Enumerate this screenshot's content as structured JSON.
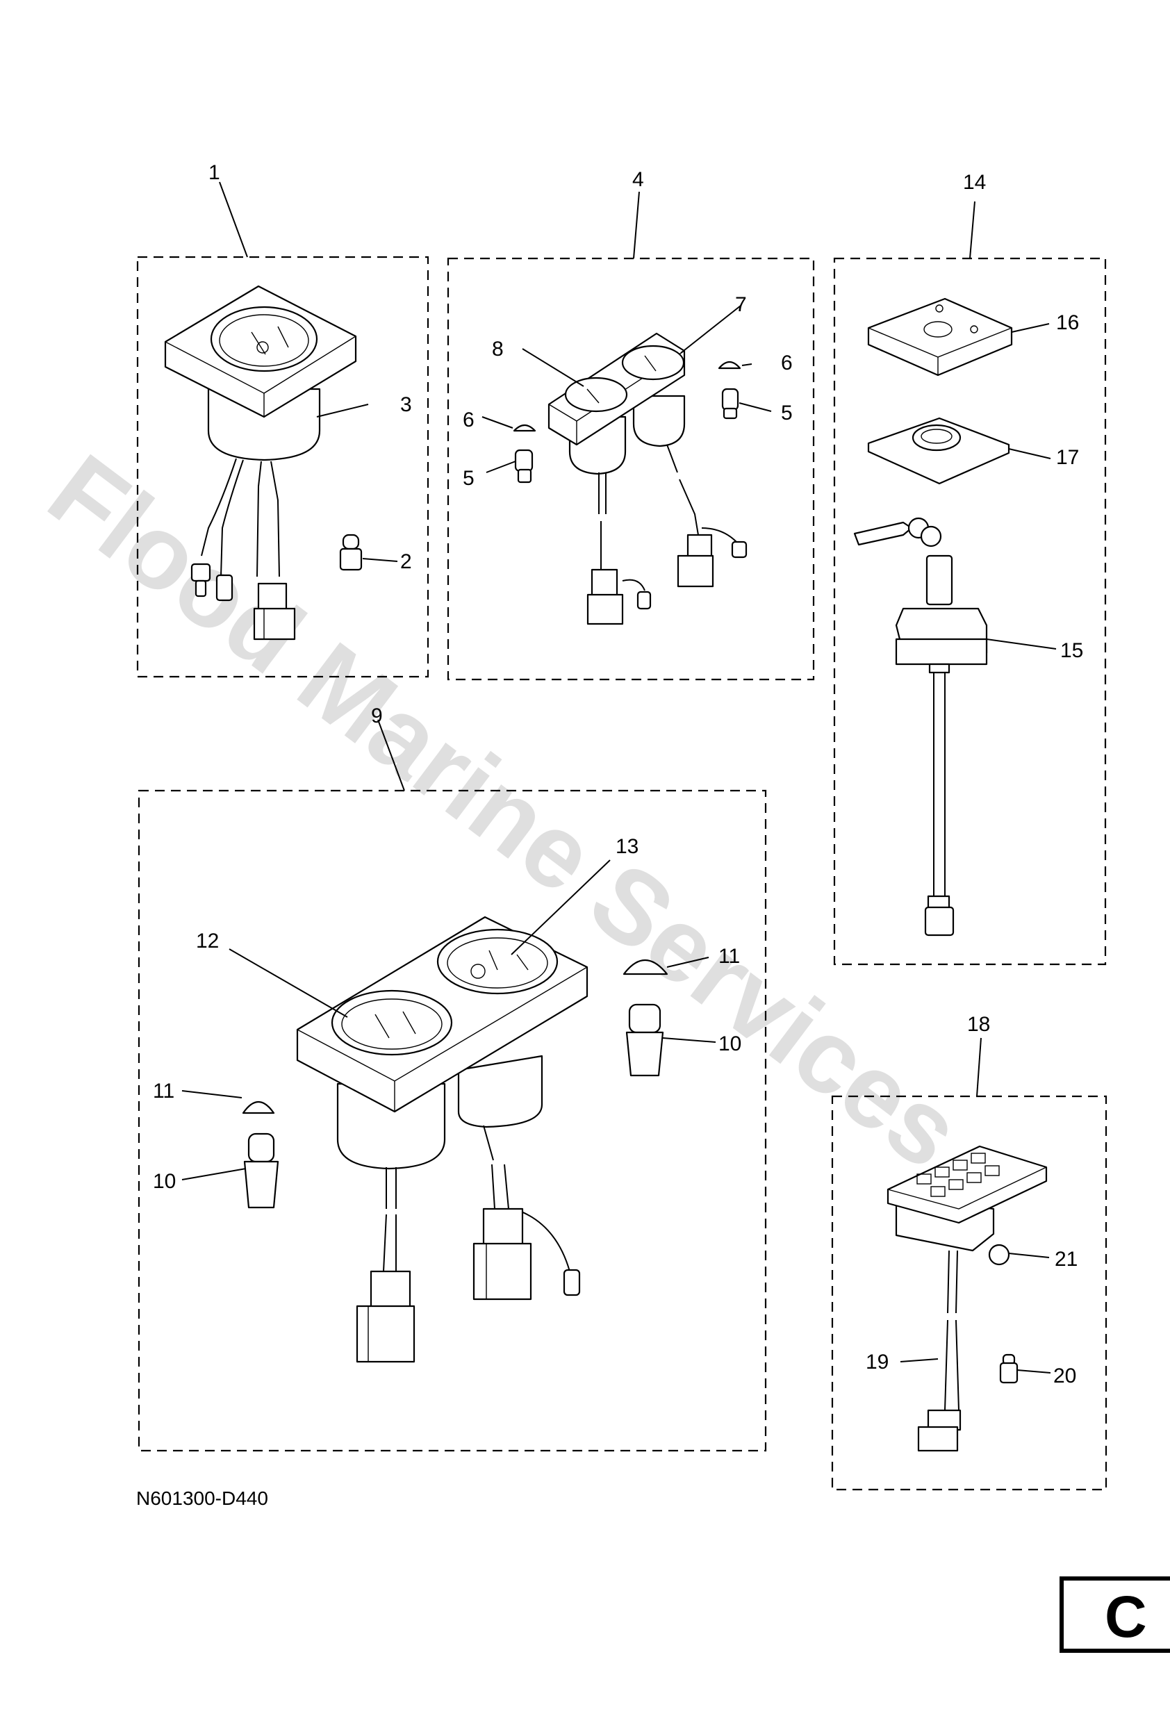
{
  "watermark": "Flood Marine Services",
  "drawing_code": "N601300-D440",
  "page_letter": "C",
  "callouts": [
    "1",
    "2",
    "3",
    "4",
    "5",
    "6",
    "7",
    "8",
    "9",
    "10",
    "11",
    "12",
    "13",
    "14",
    "15",
    "16",
    "17",
    "18",
    "19",
    "20",
    "21"
  ],
  "duplicate_callouts": {
    "5b": "5",
    "6b": "6",
    "10b": "10",
    "11b": "11"
  }
}
